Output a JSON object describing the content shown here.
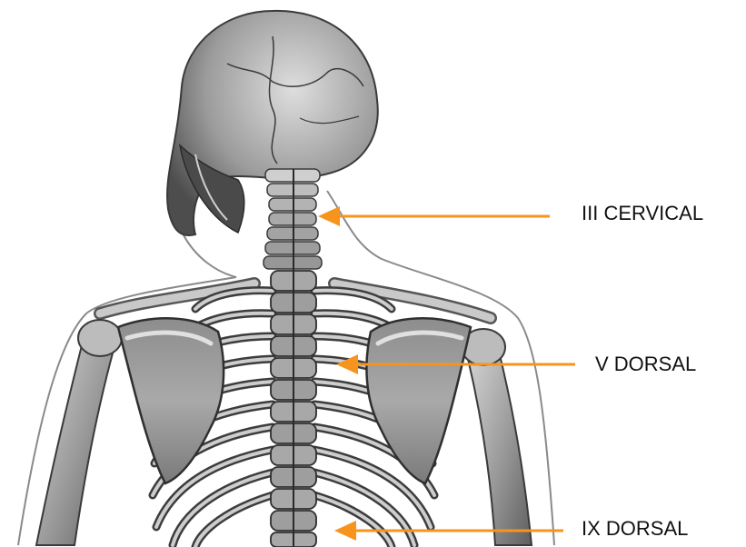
{
  "labels": {
    "cervical_3": "III CERVICAL",
    "dorsal_5": "V DORSAL",
    "dorsal_9": "IX DORSAL"
  },
  "colors": {
    "arrow": "#f7941d",
    "bone_fill": "#9e9e9e",
    "bone_dark": "#3a3a3a",
    "bone_light": "#d6d6d6",
    "outline": "#7a7a7a"
  },
  "icons": {
    "illustration": "skeleton-back-view-illustration",
    "arrow": "arrow-left-icon"
  }
}
